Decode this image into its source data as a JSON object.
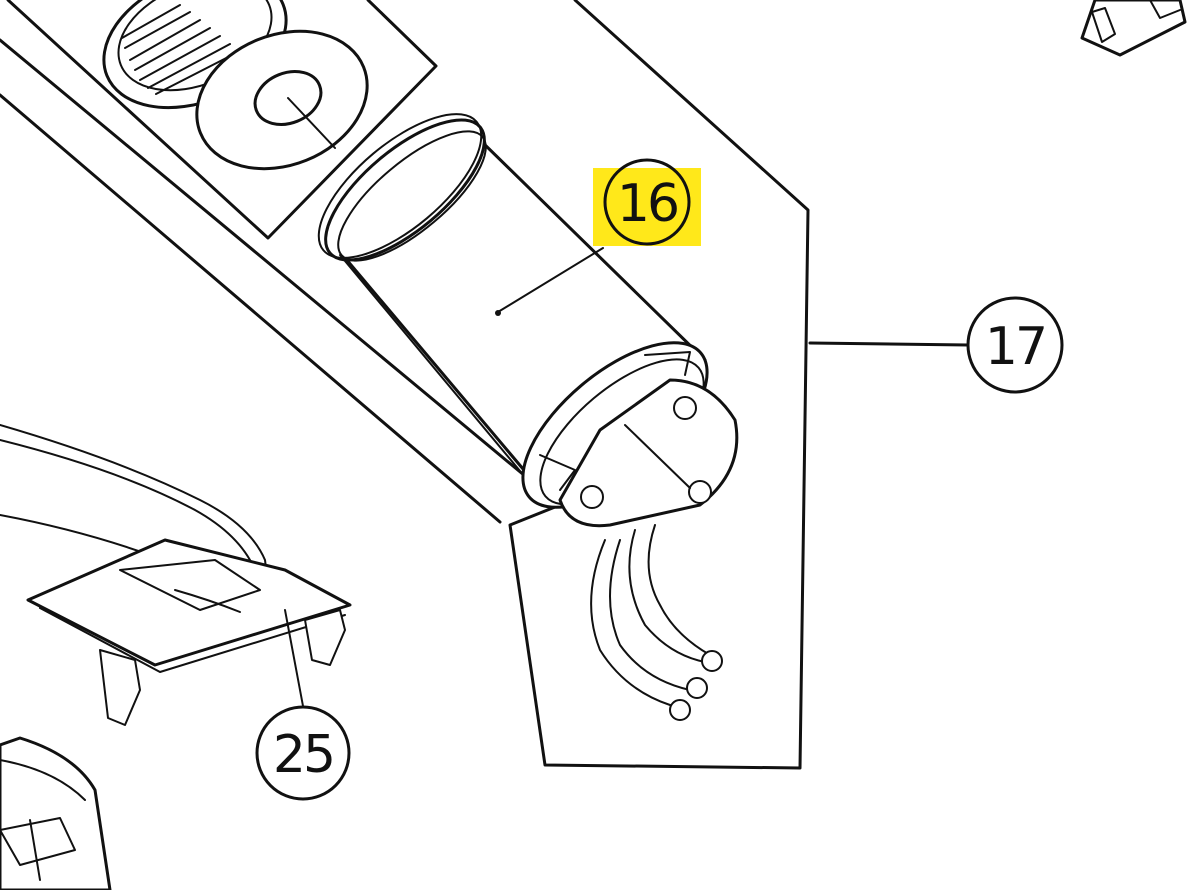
{
  "callouts": [
    {
      "label": "16",
      "highlight": "#FFE81A"
    },
    {
      "label": "17"
    },
    {
      "label": "25"
    }
  ]
}
